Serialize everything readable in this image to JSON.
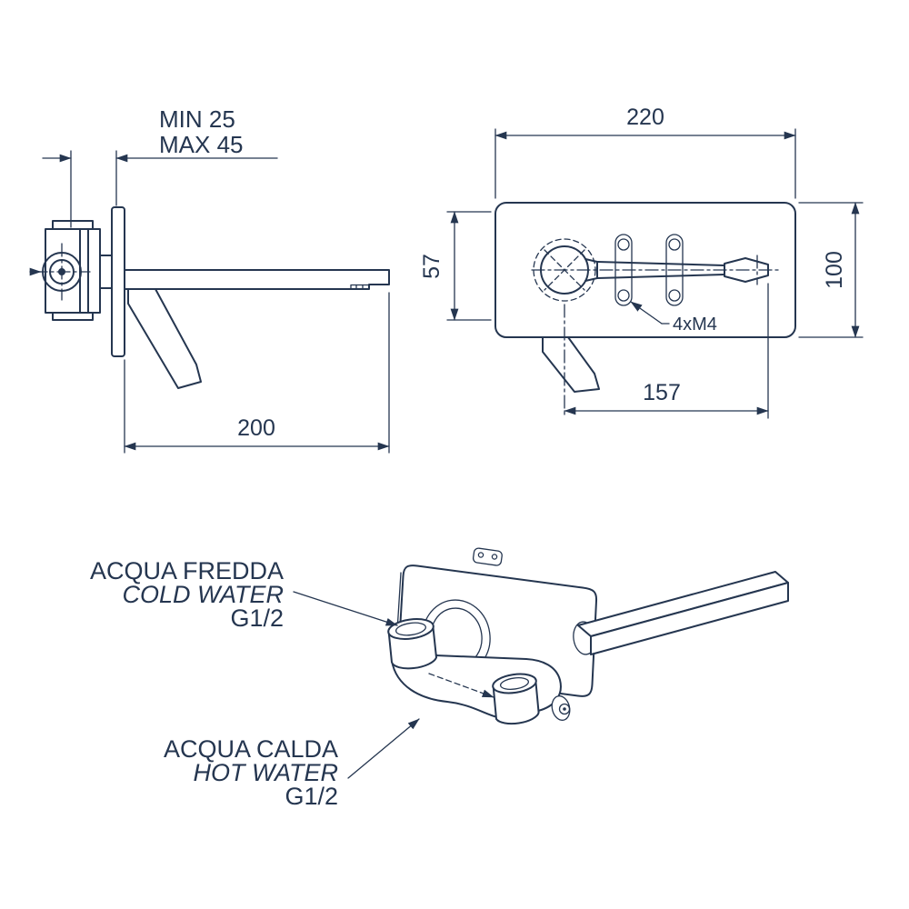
{
  "colors": {
    "ink": "#253650",
    "background": "#ffffff"
  },
  "side_view": {
    "wall_depth_min_label": "MIN 25",
    "wall_depth_max_label": "MAX 45",
    "spout_length_label": "200"
  },
  "front_view": {
    "plate_width_label": "220",
    "plate_height_label": "100",
    "top_offset_label": "57",
    "screws_label": "4xM4",
    "spout_projection_label": "157"
  },
  "iso_view": {
    "cold_water_label_it": "ACQUA FREDDA",
    "cold_water_label_en": "COLD WATER",
    "cold_water_thread_label": "G1/2",
    "hot_water_label_it": "ACQUA CALDA",
    "hot_water_label_en": "HOT WATER",
    "hot_water_thread_label": "G1/2"
  }
}
